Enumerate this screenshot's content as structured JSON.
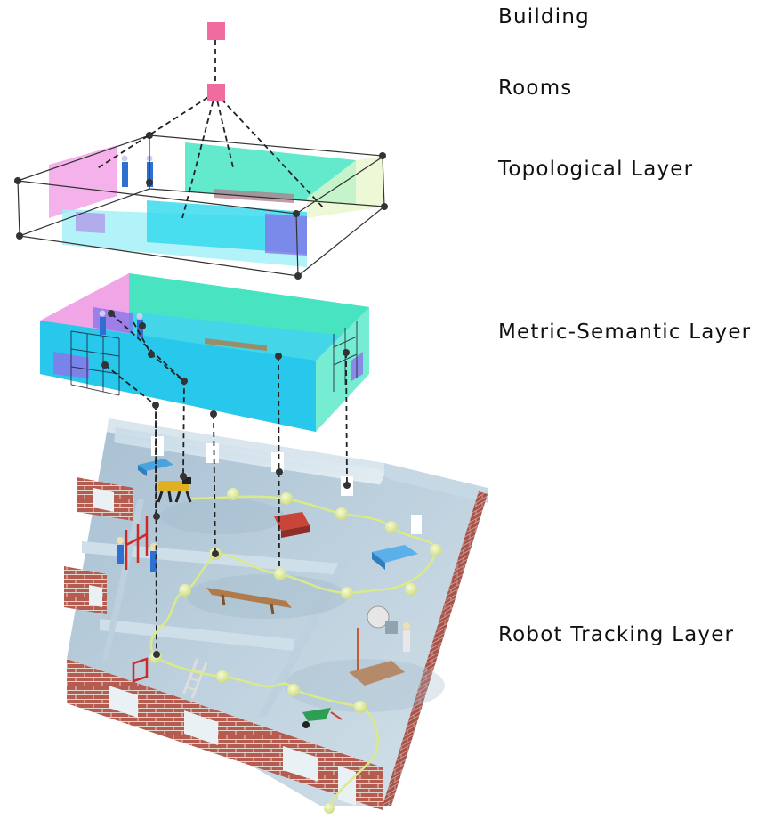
{
  "labels": {
    "building": "Building",
    "rooms": "Rooms",
    "topological": "Topological Layer",
    "metric_semantic": "Metric-Semantic Layer",
    "robot_tracking": "Robot Tracking Layer"
  },
  "colors": {
    "node_pink": "#f06ba0",
    "node_dark": "#333333",
    "room_cyan": "#2fd8ec",
    "room_teal": "#46e6c0",
    "room_magenta": "#f3a0e8",
    "room_purple": "#8a6ee8",
    "brick": "#b35a4e",
    "floor": "#b9cfdc",
    "trajectory_node": "#dfeca0",
    "worker": "#2f6fd0"
  },
  "icons": [
    "worker-figure",
    "robot-dog",
    "wheelbarrow",
    "cement-mixer",
    "ladder",
    "pallet"
  ]
}
